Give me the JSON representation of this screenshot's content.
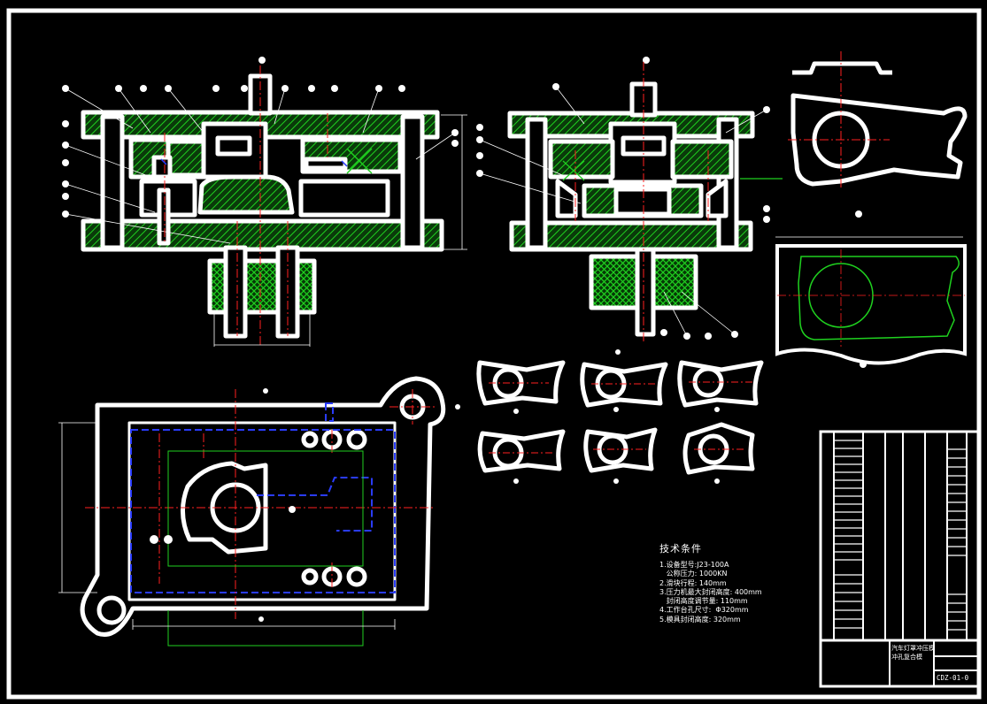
{
  "drawing": {
    "technical_requirements": {
      "title": "技术条件",
      "items": [
        "1.设备型号:J23-100A",
        "   公称压力: 1000KN",
        "2.滑块行程: 140mm",
        "3.压力机最大封闭高度: 400mm",
        "   封闭高度调节量: 110mm",
        "4.工作台孔尺寸:  Φ320mm",
        "5.模具封闭高度: 320mm"
      ]
    },
    "title_block": {
      "name_line1": "汽车灯罩冲压模",
      "name_line2": "冲孔复合模",
      "drawing_code": "CDZ-01-0"
    }
  },
  "colors": {
    "background": "#000000",
    "outline": "#ffffff",
    "hatch": "#00c000",
    "centerline": "#ff2020",
    "hidden": "#2a3cff",
    "thin": "#00b000"
  }
}
